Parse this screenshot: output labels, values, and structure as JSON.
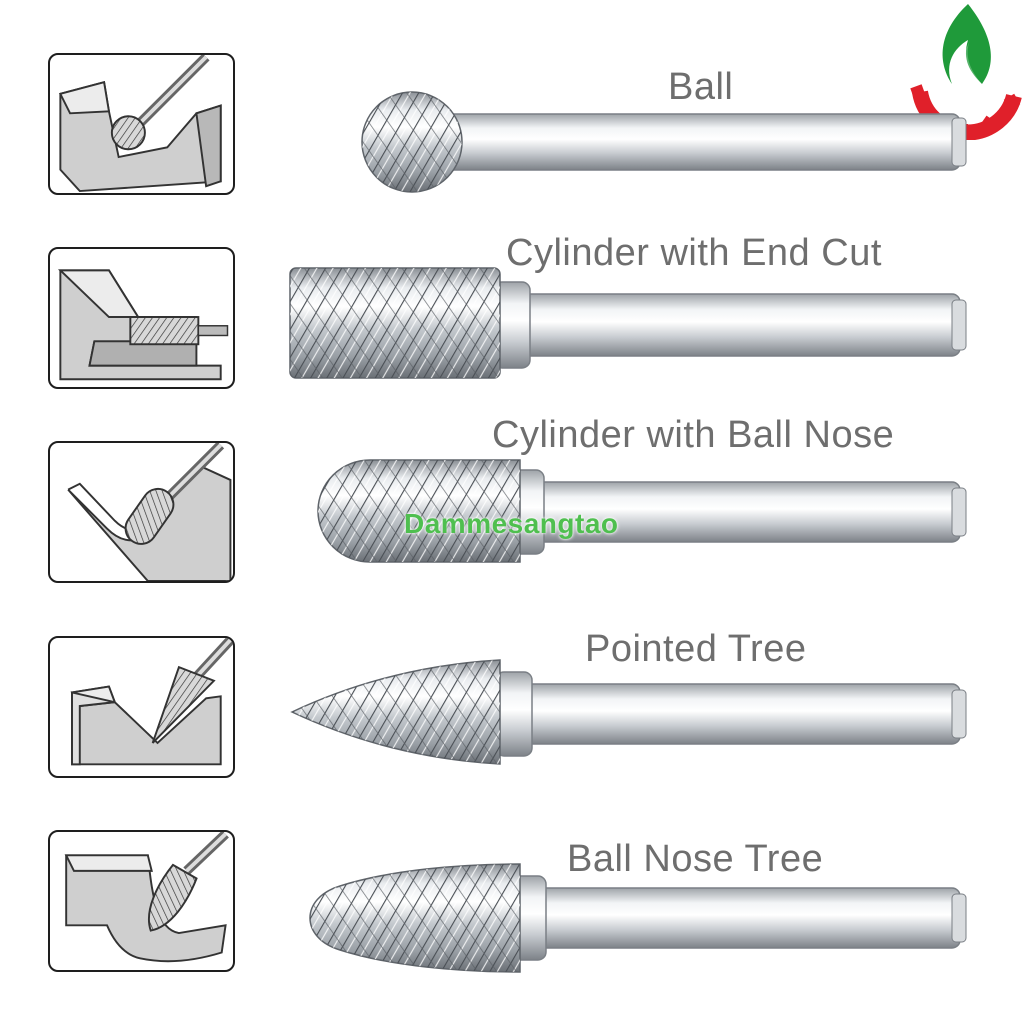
{
  "brand": {
    "watermark": "Dammesangtao",
    "logo_icon": "flame-gear-logo-icon",
    "colors": {
      "flame": "#1f9a3a",
      "gear": "#e0202a",
      "watermark": "#4fbf4f"
    }
  },
  "bits": [
    {
      "label": "Ball",
      "shape": "ball",
      "thumb_icon": "ball-burr-usage-icon"
    },
    {
      "label": "Cylinder with End Cut",
      "shape": "cylinder-end-cut",
      "thumb_icon": "cylinder-end-cut-usage-icon"
    },
    {
      "label": "Cylinder with Ball Nose",
      "shape": "cylinder-ball-nose",
      "thumb_icon": "cylinder-ball-nose-usage-icon"
    },
    {
      "label": "Pointed Tree",
      "shape": "pointed-tree",
      "thumb_icon": "pointed-tree-usage-icon"
    },
    {
      "label": "Ball Nose Tree",
      "shape": "ball-nose-tree",
      "thumb_icon": "ball-nose-tree-usage-icon"
    }
  ]
}
